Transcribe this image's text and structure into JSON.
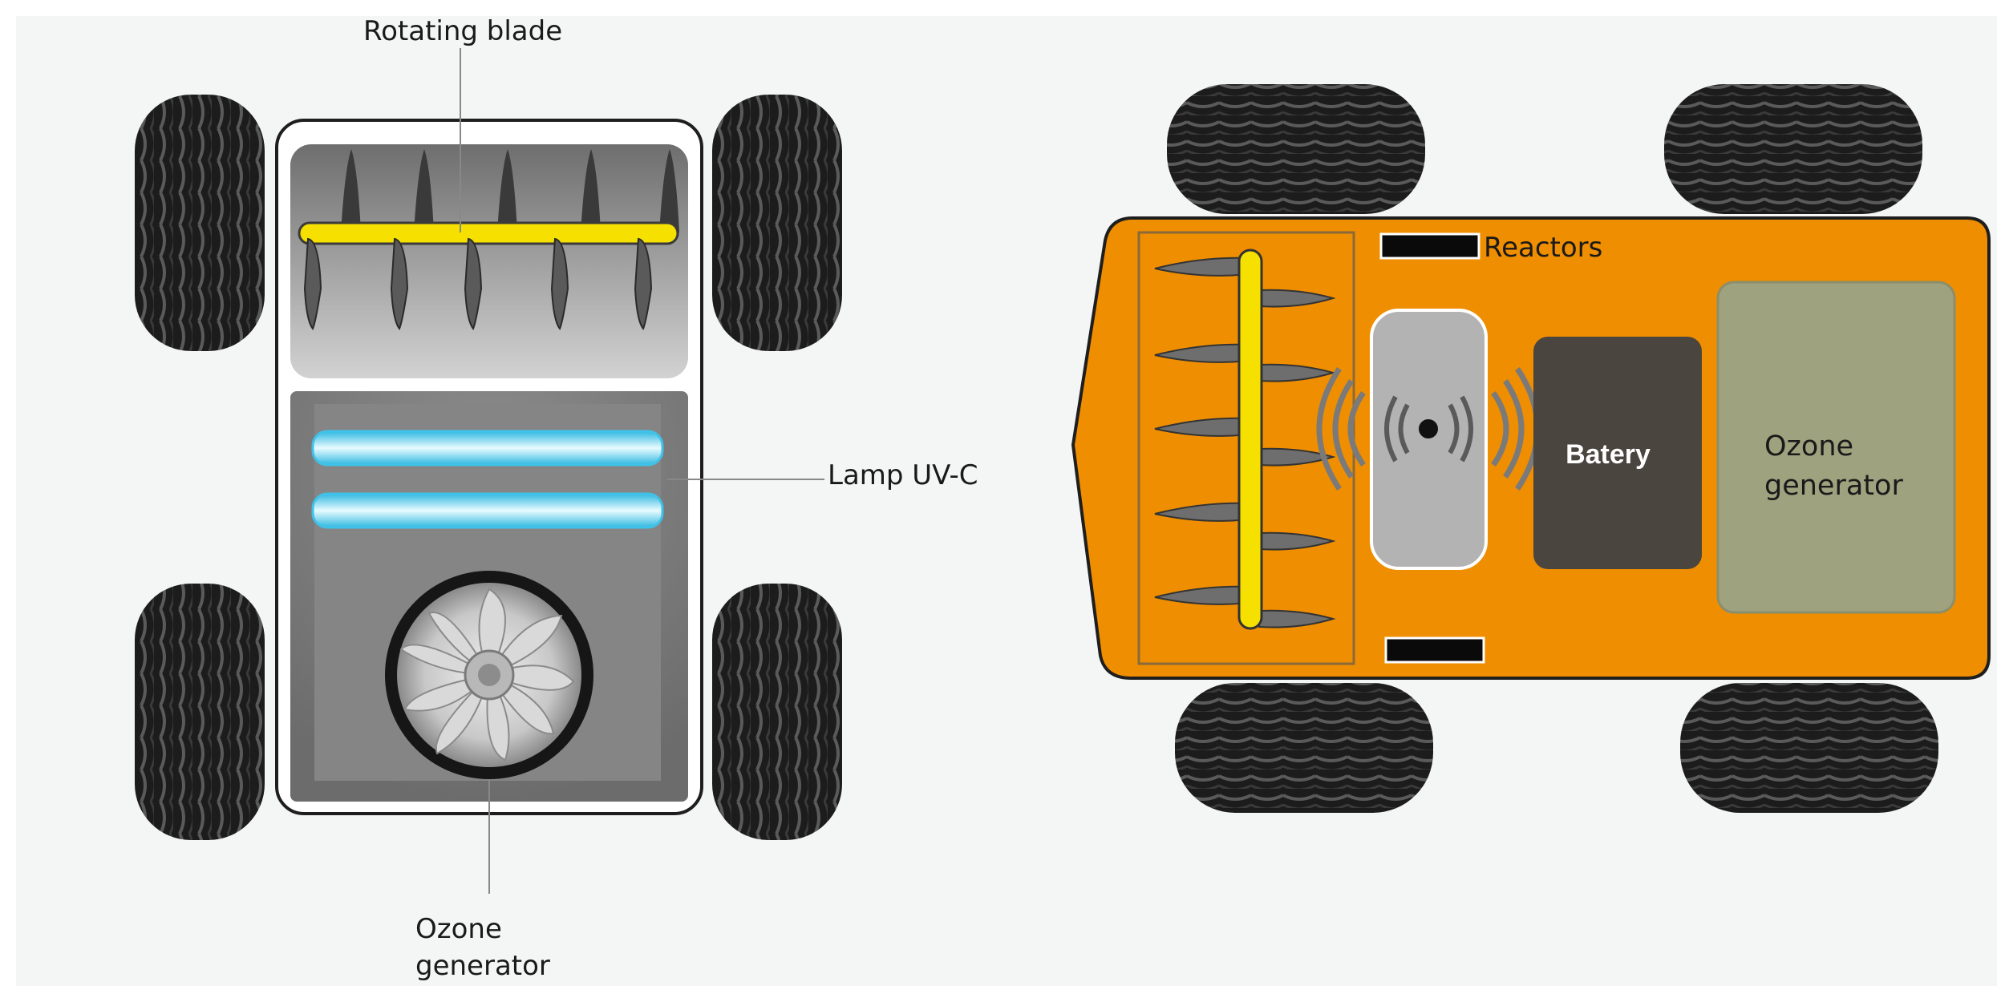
{
  "left_robot": {
    "labels": {
      "rotating_blade": "Rotating blade",
      "lamp_uvc": "Lamp UV-C",
      "ozone_line1": "Ozone",
      "ozone_line2": "generator"
    }
  },
  "right_robot": {
    "labels": {
      "reactors": "Reactors",
      "battery": "Batery",
      "ozone_line1": "Ozone",
      "ozone_line2": "generator"
    }
  },
  "colors": {
    "background": "#f4f5f5",
    "body_orange": "#ef8e00",
    "blade_yellow": "#f5e000",
    "uv_cyan": "#5fd0f0",
    "battery_dark": "#4a453f",
    "ozone_green": "#9ea27e",
    "tire_black": "#1e1e1e"
  }
}
